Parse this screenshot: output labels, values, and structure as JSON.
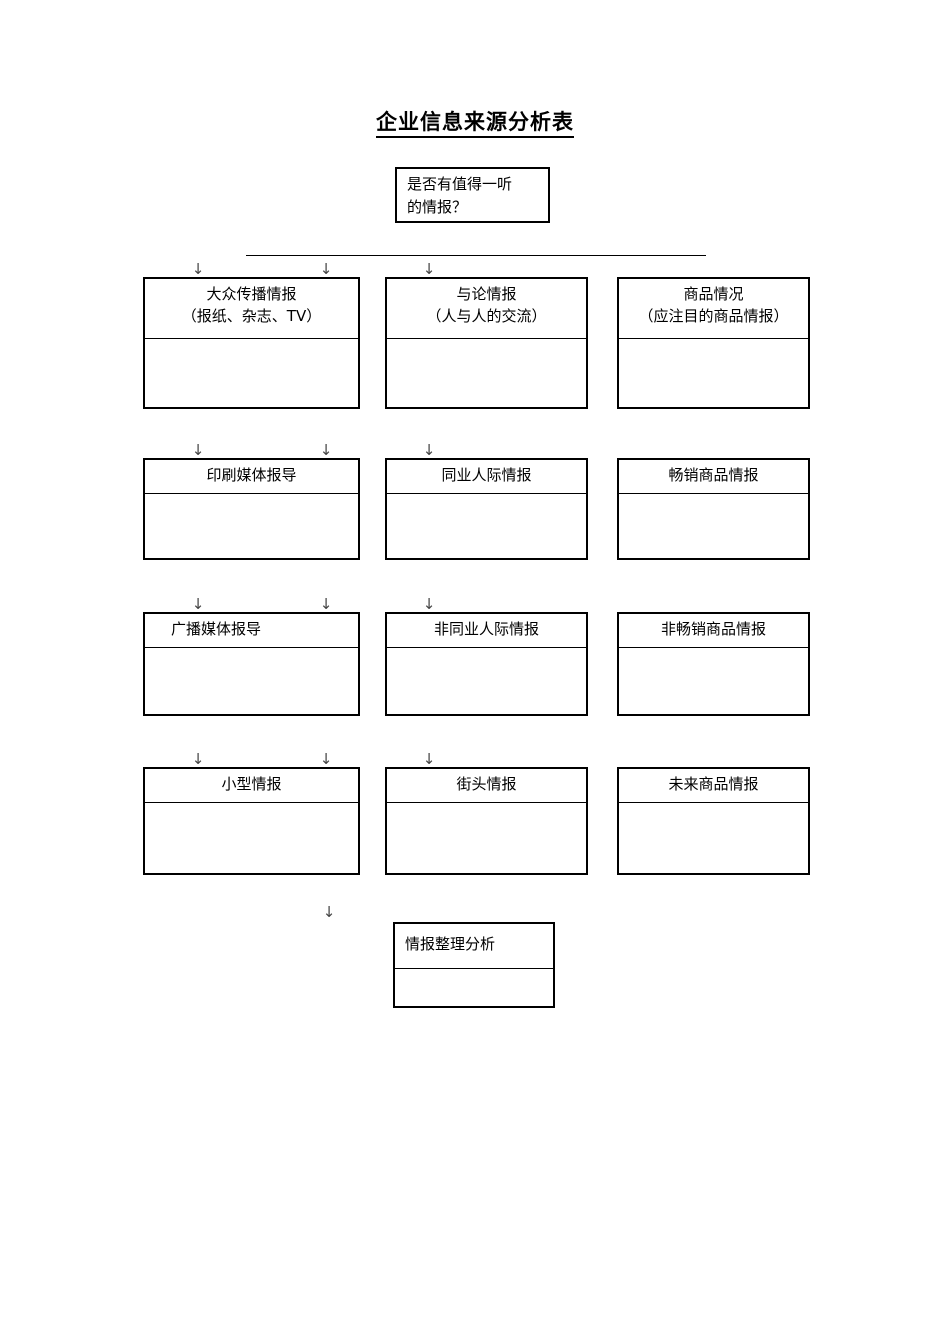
{
  "document": {
    "title": "企业信息来源分析表"
  },
  "question_box": {
    "text": "是否有值得一听\n的情报？"
  },
  "arrow_glyph": "↓",
  "rows": [
    {
      "row_id": "row-1",
      "cells": [
        {
          "title": "大众传播情报\n（报纸、杂志、TV）",
          "align": "center",
          "has_arrow": true
        },
        {
          "title": "与论情报\n（人与人的交流）",
          "align": "center",
          "has_arrow": true
        },
        {
          "title": "商品情况\n（应注目的商品情报）",
          "align": "center",
          "has_arrow": false
        }
      ]
    },
    {
      "row_id": "row-2",
      "cells": [
        {
          "title": "印刷媒体报导",
          "align": "center",
          "has_arrow": true
        },
        {
          "title": "同业人际情报",
          "align": "center",
          "has_arrow": true
        },
        {
          "title": "畅销商品情报",
          "align": "center",
          "has_arrow": false
        }
      ]
    },
    {
      "row_id": "row-3",
      "cells": [
        {
          "title": "广播媒体报导",
          "align": "indent",
          "has_arrow": true
        },
        {
          "title": "非同业人际情报",
          "align": "center",
          "has_arrow": true
        },
        {
          "title": "非畅销商品情报",
          "align": "center",
          "has_arrow": false
        }
      ]
    },
    {
      "row_id": "row-4",
      "cells": [
        {
          "title": "小型情报",
          "align": "center",
          "has_arrow": true
        },
        {
          "title": "街头情报",
          "align": "center",
          "has_arrow": true
        },
        {
          "title": "未来商品情报",
          "align": "center",
          "has_arrow": false
        }
      ]
    }
  ],
  "final_box": {
    "title": "情报整理分析"
  },
  "colors": {
    "border": "#000000",
    "text": "#000000",
    "background": "#ffffff",
    "arrow": "#444444"
  }
}
